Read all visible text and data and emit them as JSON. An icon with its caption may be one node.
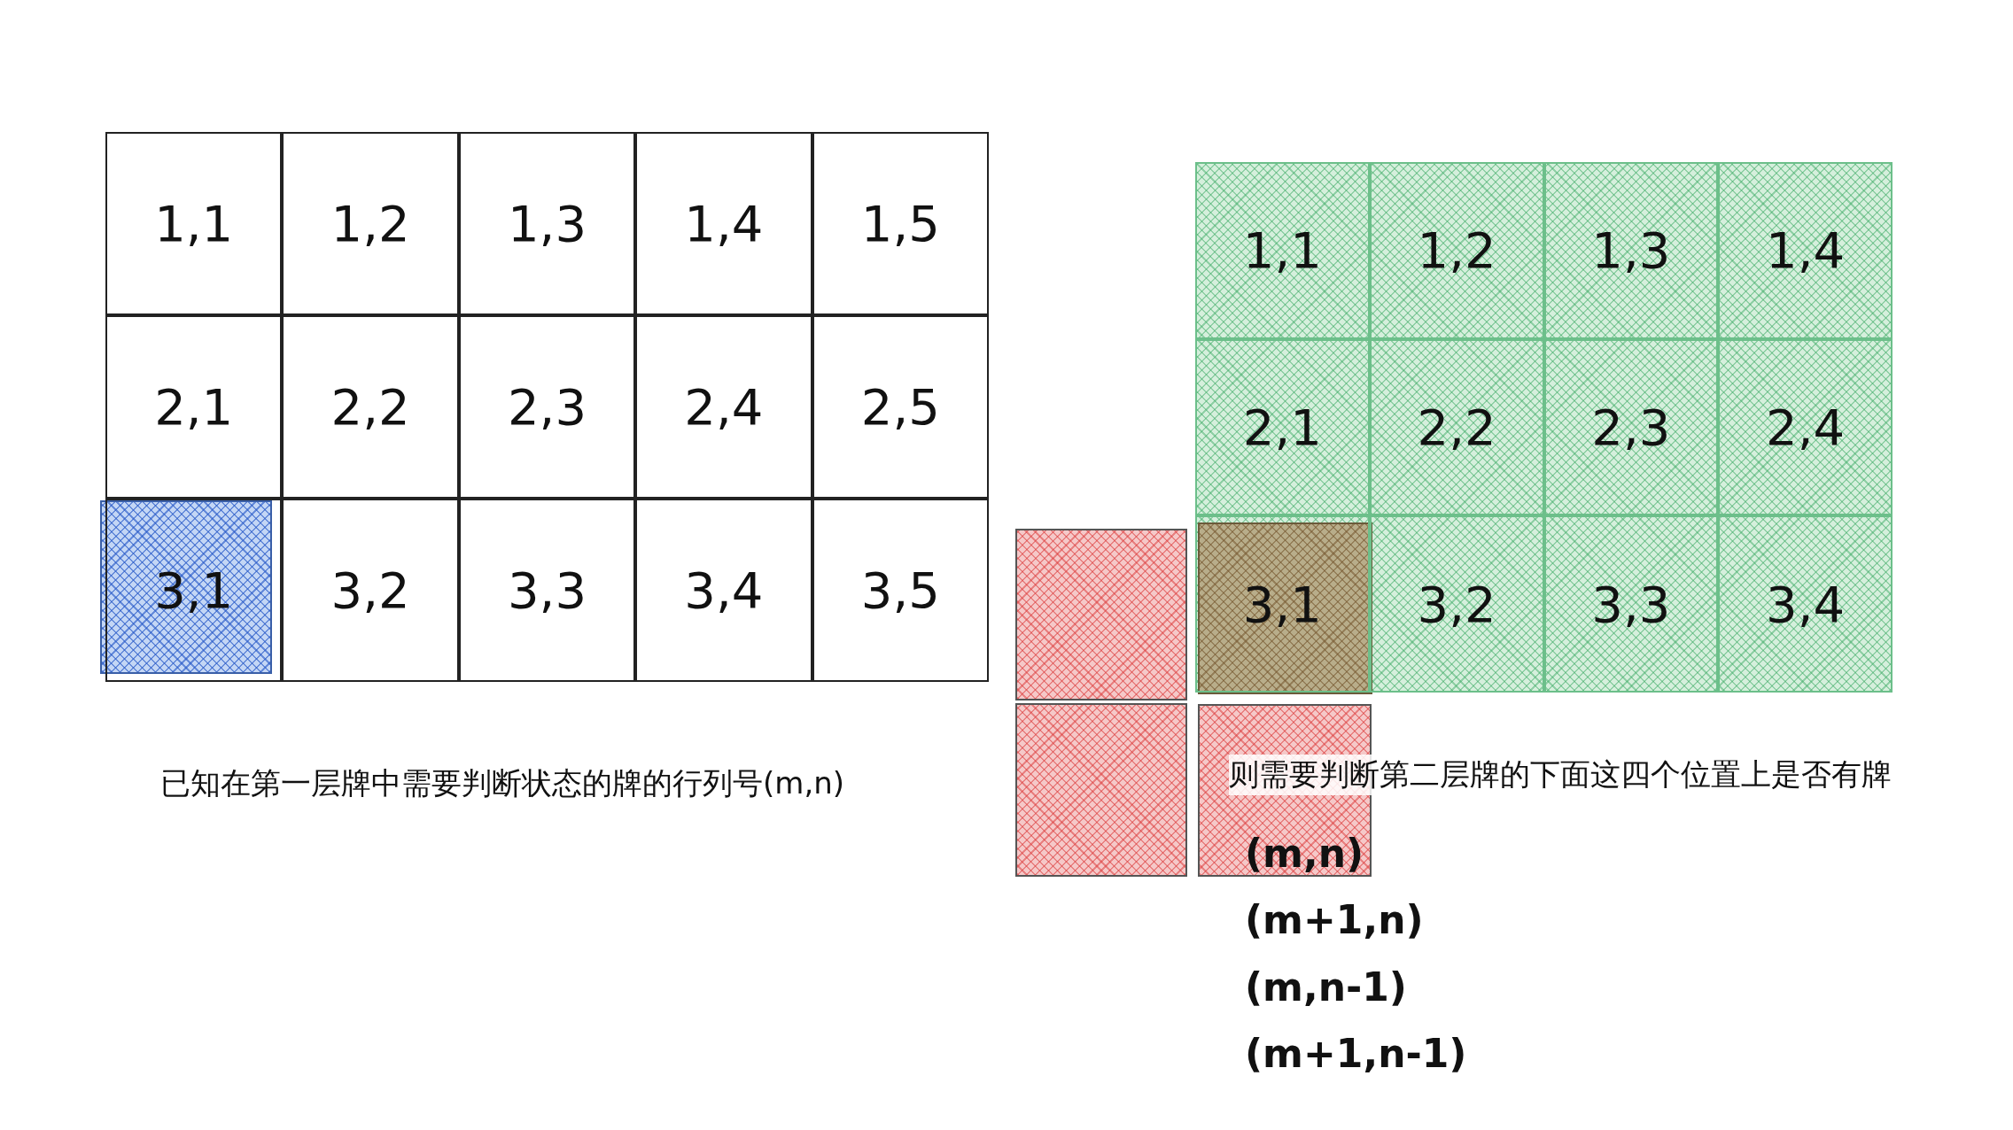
{
  "diagram": {
    "nodes": [
      {
        "text": [],
        "shape": "box"
      },
      {
        "text": [],
        "shape": "box"
      },
      {
        "text": [],
        "shape": "box"
      },
      {
        "text": [],
        "shape": "box"
      },
      {
        "text": [],
        "shape": "box"
      }
    ],
    "labels": [
      "1,1",
      "1,2",
      "1,3",
      "1,4",
      "1,5",
      "2,1",
      "2,2",
      "2,3",
      "2,4",
      "2,5",
      "3,1",
      "3,2",
      "3,3",
      "3,4",
      "3,5",
      "1,1",
      "1,2",
      "1,3",
      "1,4",
      "2,1",
      "2,2",
      "2,3",
      "2,4",
      "3,1",
      "3,2",
      "3,3",
      "3,4",
      "已知在第一层牌中需要判断状态的牌的行列号(m,n)",
      "则需要判断第二层牌的下面这四个位置上是否有牌",
      "(m,n)",
      "(m+1,n)",
      "(m,n-1)",
      "(m+1,n-1)"
    ]
  }
}
